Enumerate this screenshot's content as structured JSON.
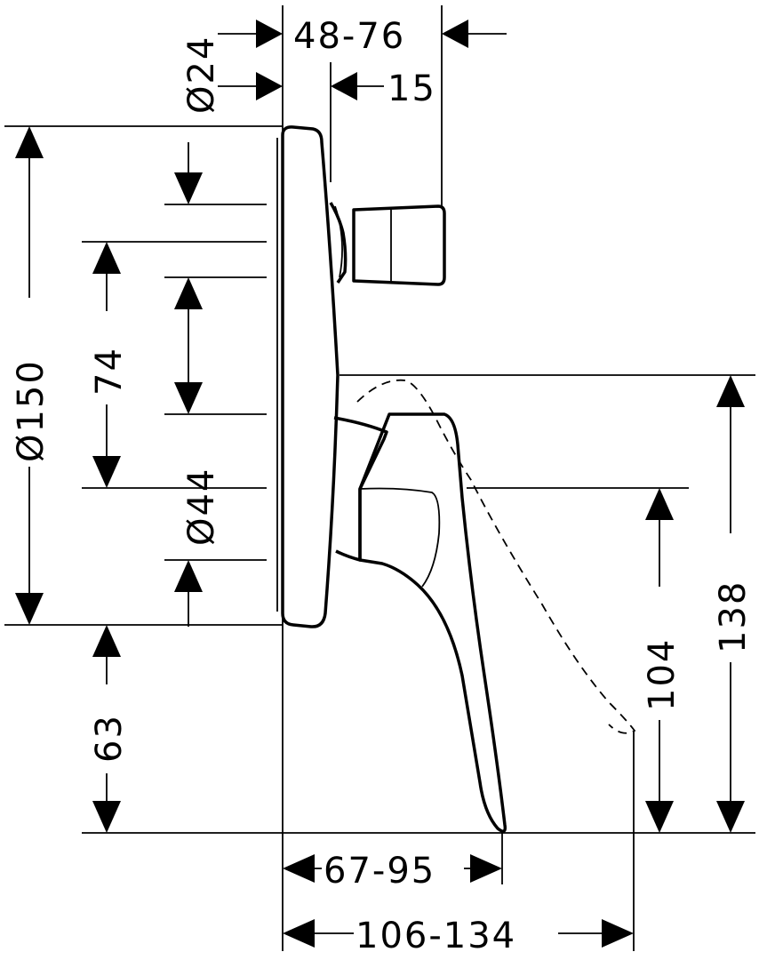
{
  "dimensions": {
    "d24": "Ø24",
    "d48_76": "48-76",
    "d15": "15",
    "d150": "Ø150",
    "d74": "74",
    "d44": "Ø44",
    "d63": "63",
    "d138": "138",
    "d104": "104",
    "d67_95": "67-95",
    "d106_134": "106-134"
  }
}
